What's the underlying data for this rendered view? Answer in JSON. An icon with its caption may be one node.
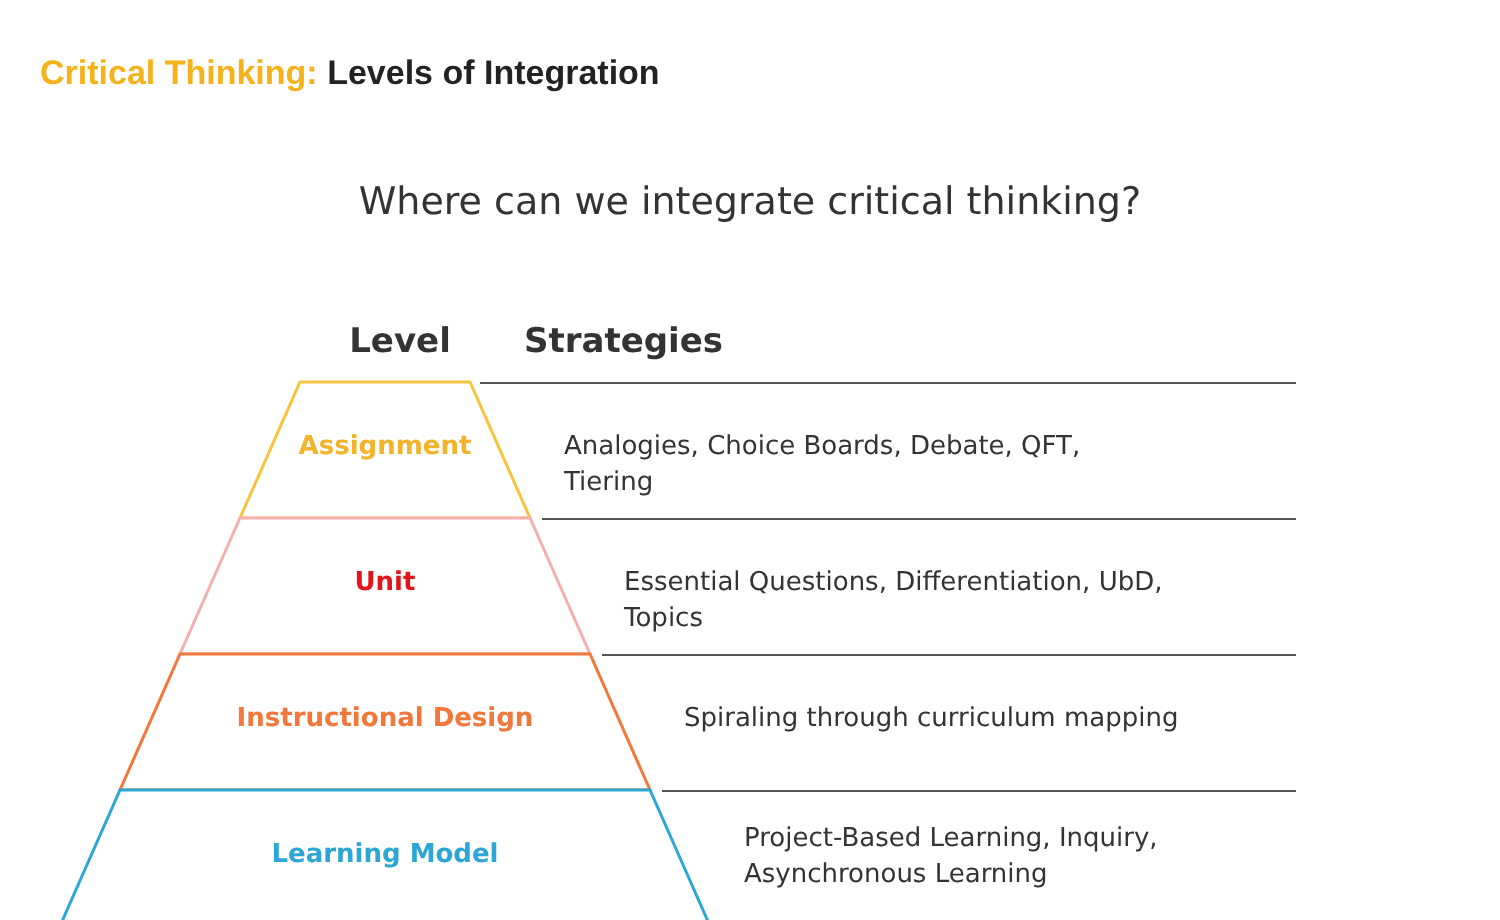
{
  "diagram": {
    "title": "Critical Thinking: Levels of Integration",
    "nodes": [
      {
        "text": [
          "Assignment"
        ],
        "beside": [
          "Analogies, Choice Boards, Debate, QFT, Tiering"
        ]
      },
      {
        "text": [
          "Unit"
        ],
        "beside": [
          "Essential Questions, Differentiation, UbD, Topics"
        ]
      },
      {
        "text": [
          "Instructional Design"
        ],
        "beside": [
          "Spiraling through curriculum mapping"
        ]
      },
      {
        "text": [
          "Learning Model"
        ],
        "beside": [
          "Project-Based Learning, Inquiry, Asynchronous Learning"
        ]
      }
    ],
    "labels": [
      "Where can we integrate critical thinking?",
      "Level",
      "Strategies"
    ]
  }
}
